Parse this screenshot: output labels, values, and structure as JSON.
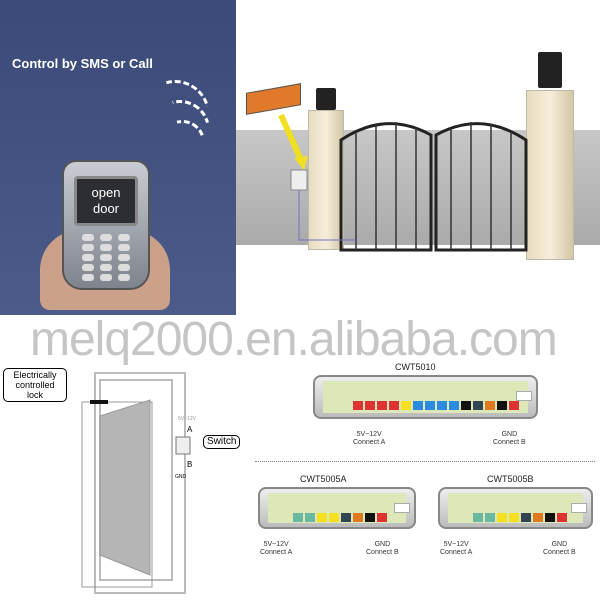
{
  "banner": {
    "title": "Control by SMS or Call",
    "phone_screen": "open door"
  },
  "door_diagram": {
    "lock_label": "Electrically controlled lock",
    "switch_label": "Switch",
    "terminal_a": "A",
    "terminal_b": "B",
    "gnd": "GND",
    "voltage": "5V~12V"
  },
  "devices": [
    {
      "model": "CWT5010",
      "power": "5V~12V",
      "connect_a": "Connect A",
      "gnd": "GND",
      "connect_b": "Connect B",
      "terminals": [
        "#d33",
        "#d33",
        "#d33",
        "#d33",
        "#f5e020",
        "#2a8be0",
        "#2a8be0",
        "#2a8be0",
        "#2a8be0",
        "#111",
        "#345",
        "#e07a20",
        "#111",
        "#d33"
      ]
    },
    {
      "model": "CWT5005A",
      "power": "5V~12V",
      "connect_a": "Connect A",
      "gnd": "GND",
      "connect_b": "Connect B",
      "terminals": [
        "#6ab8a0",
        "#6ab8a0",
        "#f5e020",
        "#f5e020",
        "#345",
        "#e07a20",
        "#111",
        "#d33"
      ]
    },
    {
      "model": "CWT5005B",
      "power": "5V~12V",
      "connect_a": "Connect A",
      "gnd": "GND",
      "connect_b": "Connect B",
      "terminals": [
        "#6ab8a0",
        "#6ab8a0",
        "#f5e020",
        "#f5e020",
        "#345",
        "#e07a20",
        "#111",
        "#d33"
      ]
    }
  ],
  "watermark": "melq2000.en.alibaba.com"
}
